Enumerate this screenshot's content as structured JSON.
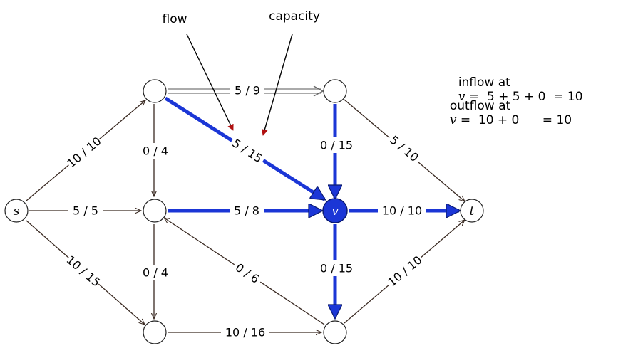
{
  "annotations": {
    "flow": "flow",
    "capacity": "capacity"
  },
  "nodes": {
    "s": "s",
    "v": "v",
    "t": "t"
  },
  "edges": {
    "s_a": "10 / 10",
    "s_c": "5 / 5",
    "s_e": "10 / 15",
    "a_b": "5 / 9",
    "a_v": "5 / 15",
    "a_c": "0 / 4",
    "b_v": "0 / 15",
    "b_t": "5 / 10",
    "c_v": "5 / 8",
    "c_e": "0 / 4",
    "v_t": "10 / 10",
    "v_f": "0 / 15",
    "f_c": "0 / 6",
    "e_f": "10 / 16",
    "f_t": "10 / 10"
  },
  "equations": {
    "inflow_label": "inflow at",
    "inflow_var": "v",
    "inflow_expr": " =  5 + 5 + 0  = 10",
    "outflow_label": "outflow at",
    "outflow_var": "v",
    "outflow_expr": " =  10 + 0      = 10"
  },
  "colors": {
    "flow_edge": "#1b36d6",
    "plain_edge": "#3a2a22",
    "annotation_arrow": "#000000",
    "annotation_arrowhead": "#b01010",
    "highlight_node": "#1b36d6"
  }
}
